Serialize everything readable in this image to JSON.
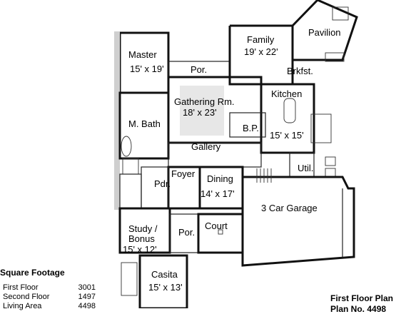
{
  "rooms": {
    "pavilion": "Pavilion",
    "family": "Family",
    "family_dim": "19' x 22'",
    "master": "Master",
    "master_dim": "15' x 19'",
    "porch_top": "Por.",
    "breakfast": "Brkfst.",
    "kitchen": "Kitchen",
    "gathering": "Gathering Rm.",
    "gathering_dim": "18' x 23'",
    "m_bath": "M. Bath",
    "bp": "B.P.",
    "kitchen_dim": "15' x 15'",
    "gallery": "Gallery",
    "foyer": "Foyer",
    "dining": "Dining",
    "dining_dim": "14' x 17'",
    "utility": "Util.",
    "powder": "Pdr.",
    "garage": "3 Car Garage",
    "study": "Study /",
    "bonus": "Bonus",
    "study_dim": "15' x 12'",
    "porch_front": "Por.",
    "court": "Court",
    "casita": "Casita",
    "casita_dim": "15' x 13'"
  },
  "square_footage": {
    "title": "Square Footage",
    "rows": [
      {
        "label": "First Floor",
        "value": "3001"
      },
      {
        "label": "Second Floor",
        "value": "1497"
      },
      {
        "label": "Living Area",
        "value": "4498"
      }
    ]
  },
  "footer": {
    "plan_title": "First Floor Plan",
    "plan_number": "Plan No. 4498"
  }
}
